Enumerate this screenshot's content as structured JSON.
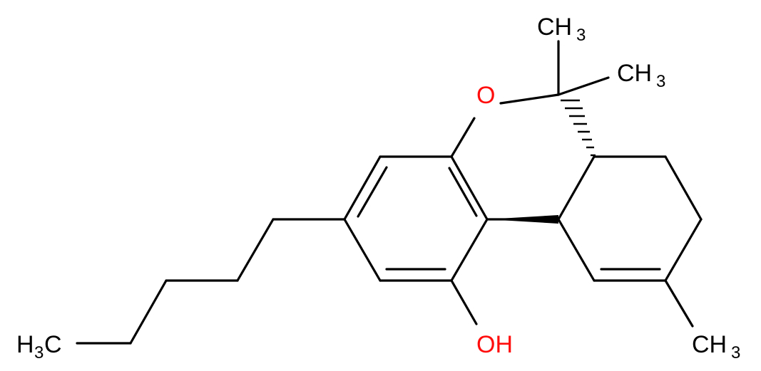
{
  "molecule": {
    "labels": {
      "ring_oxygen": "O",
      "hydroxyl": {
        "main": "OH"
      },
      "methyl_top": {
        "main": "CH",
        "sub": "3"
      },
      "methyl_right": {
        "main": "CH",
        "sub": "3"
      },
      "methyl_ring": {
        "main": "CH",
        "sub": "3"
      },
      "methyl_chain": {
        "pre": "H",
        "sub": "3",
        "post": "C"
      }
    },
    "colors": {
      "bond": "#000000",
      "carbon_label": "#000000",
      "oxygen_label": "#ff0d0d",
      "background": "#ffffff"
    }
  }
}
